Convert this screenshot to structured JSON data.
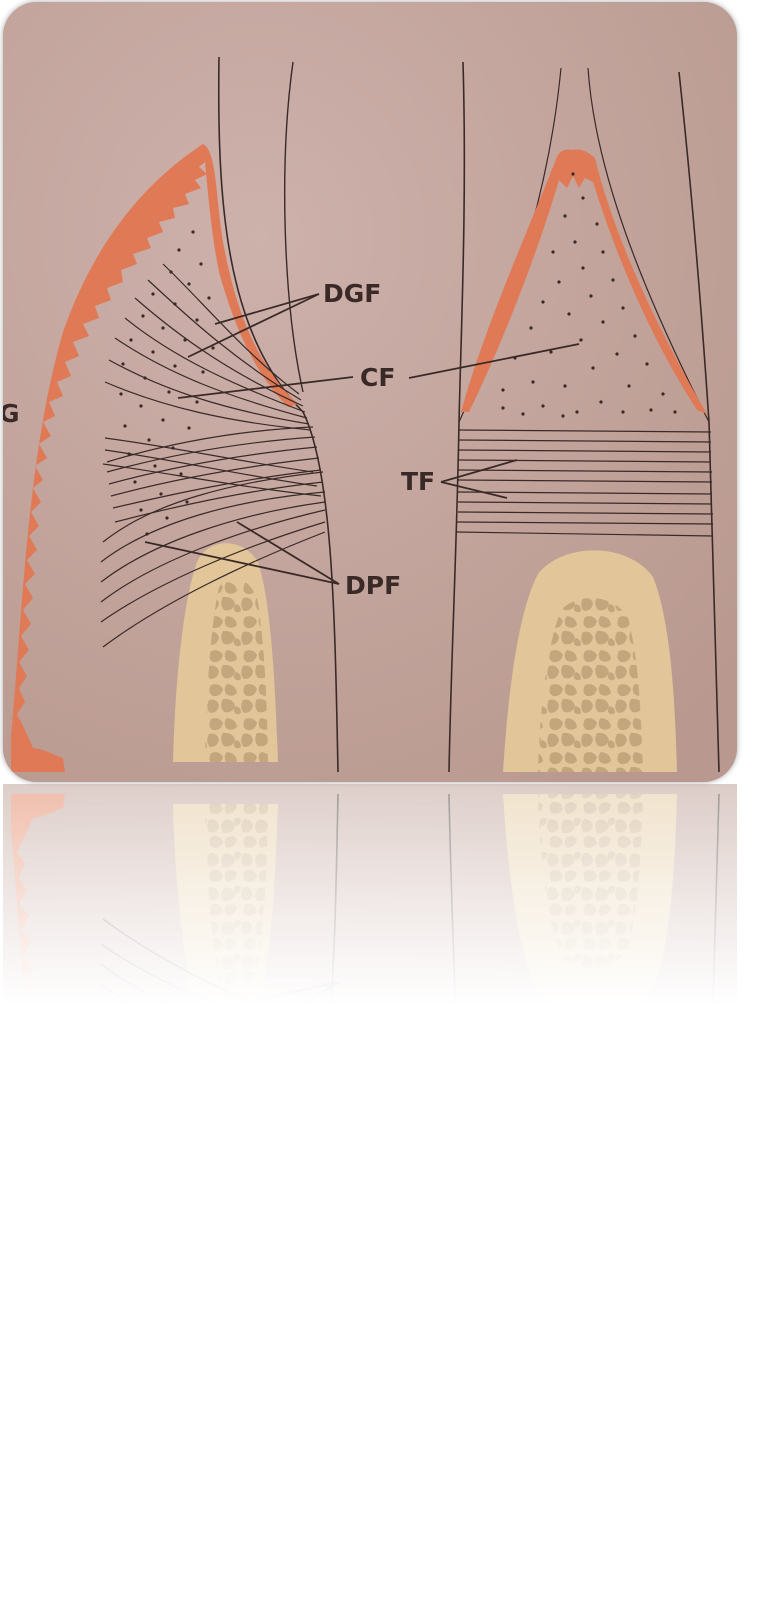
{
  "labels": {
    "dgf": "DGF",
    "cf": "CF",
    "g": "G",
    "tf": "TF",
    "dpf": "DPF"
  },
  "colors": {
    "background": "#c6a9a3",
    "epithelium": "#e07a56",
    "bone": "#e2c699",
    "bone_pattern": "#c4a67d",
    "fiber": "#3a2a27"
  }
}
